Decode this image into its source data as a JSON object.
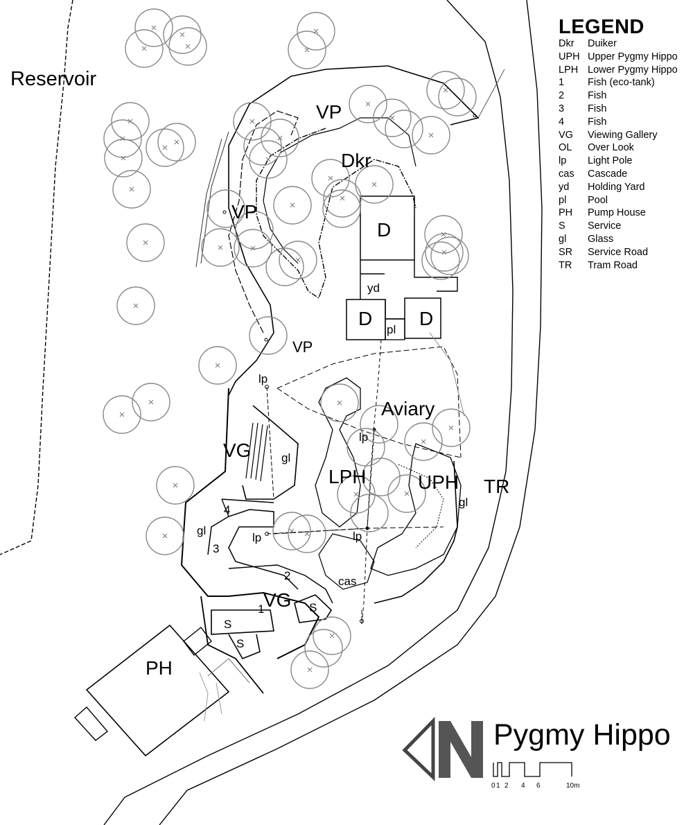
{
  "map_title": "Pygmy Hippo",
  "legend": {
    "title": "LEGEND",
    "items": [
      {
        "code": "Dkr",
        "label": "Duiker"
      },
      {
        "code": "UPH",
        "label": "Upper Pygmy Hippo"
      },
      {
        "code": "LPH",
        "label": "Lower Pygmy Hippo"
      },
      {
        "code": "1",
        "label": "Fish (eco-tank)"
      },
      {
        "code": "2",
        "label": "Fish"
      },
      {
        "code": "3",
        "label": "Fish"
      },
      {
        "code": "4",
        "label": "Fish"
      },
      {
        "code": "VG",
        "label": "Viewing Gallery"
      },
      {
        "code": "OL",
        "label": "Over Look"
      },
      {
        "code": "lp",
        "label": "Light Pole"
      },
      {
        "code": "cas",
        "label": "Cascade"
      },
      {
        "code": "yd",
        "label": "Holding Yard"
      },
      {
        "code": "pl",
        "label": "Pool"
      },
      {
        "code": "PH",
        "label": "Pump House"
      },
      {
        "code": "S",
        "label": "Service"
      },
      {
        "code": "gl",
        "label": "Glass"
      },
      {
        "code": "SR",
        "label": "Service Road"
      },
      {
        "code": "TR",
        "label": "Tram Road"
      }
    ]
  },
  "scale": {
    "ticks": [
      "0",
      "1",
      "2",
      "4",
      "6",
      "10m"
    ]
  },
  "labels": {
    "reservoir": "Reservoir",
    "vp_top": "VP",
    "vp_left": "VP",
    "vp_mid": "VP",
    "dkr": "Dkr",
    "d_top": "D",
    "d_left": "D",
    "d_right": "D",
    "yd": "yd",
    "pl": "pl",
    "aviary": "Aviary",
    "lp_1": "lp",
    "lp_2": "lp",
    "lp_3": "lp",
    "lp_4": "lp",
    "vg_upper": "VG",
    "vg_lower": "VG",
    "gl_1": "gl",
    "gl_2": "gl",
    "gl_3": "gl",
    "lph": "LPH",
    "uph": "UPH",
    "tr": "TR",
    "fish_4": "4",
    "fish_3": "3",
    "fish_2": "2",
    "fish_1": "1",
    "cas": "cas",
    "s_1": "S",
    "s_2": "S",
    "s_3": "S",
    "ph": "PH"
  },
  "north_arrow": "north-arrow"
}
